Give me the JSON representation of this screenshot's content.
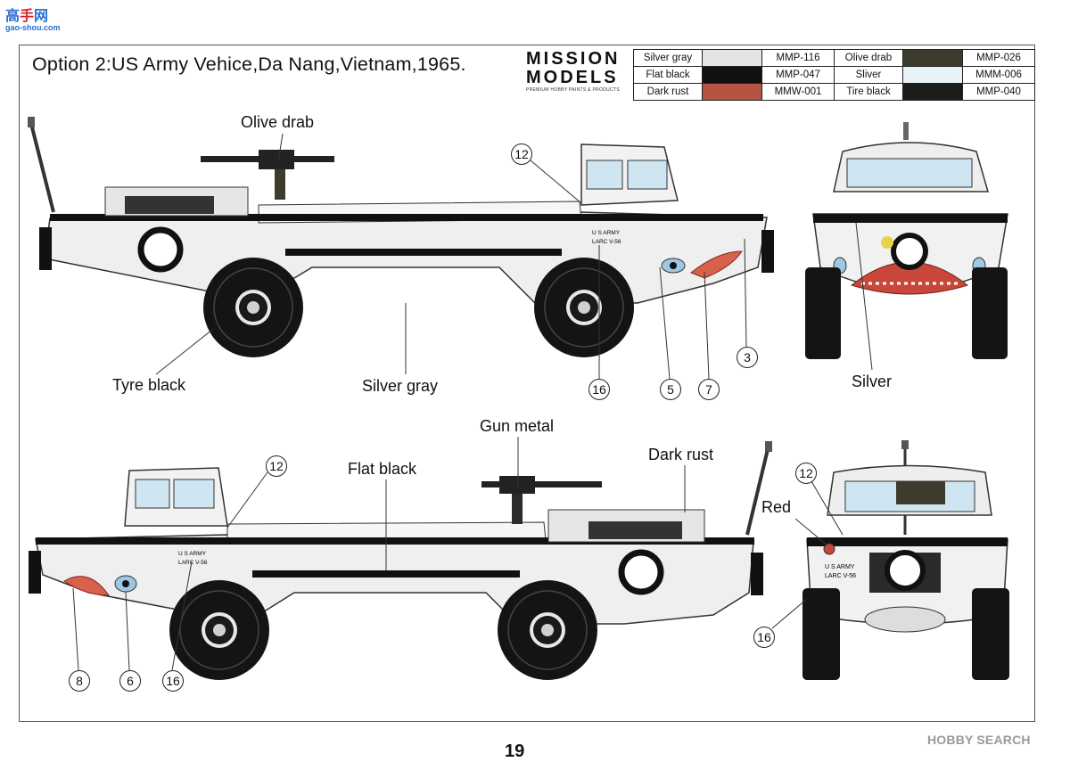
{
  "title": "Option 2:US Army Vehice,Da Nang,Vietnam,1965.",
  "brand": {
    "line1": "MISSION",
    "line2": "MODELS",
    "tagline": "PREMIUM HOBBY PAINTS & PRODUCTS"
  },
  "paints": [
    {
      "name": "Silver gray",
      "color": "#e4e4e4",
      "code": "MMP-116"
    },
    {
      "name": "Olive drab",
      "color": "#3d3b2c",
      "code": "MMP-026"
    },
    {
      "name": "Flat black",
      "color": "#111111",
      "code": "MMP-047"
    },
    {
      "name": "Sliver",
      "color": "#e8f3f8",
      "code": "MMM-006"
    },
    {
      "name": "Dark rust",
      "color": "#b55442",
      "code": "MMW-001"
    },
    {
      "name": "Tire black",
      "color": "#1c1c1c",
      "code": "MMP-040"
    }
  ],
  "labels": {
    "olive_drab": "Olive drab",
    "tyre_black": "Tyre black",
    "silver_gray": "Silver gray",
    "silver": "Silver",
    "gun_metal": "Gun metal",
    "flat_black": "Flat black",
    "dark_rust": "Dark rust",
    "red": "Red"
  },
  "markings": {
    "line1": "U S ARMY",
    "line2": "LARC V-56"
  },
  "callouts": {
    "c12": "12",
    "c3": "3",
    "c16": "16",
    "c5": "5",
    "c7": "7",
    "c8": "8",
    "c6": "6"
  },
  "page_number": "19",
  "watermark_top": {
    "cn1": "高",
    "cn2": "手",
    "cn3": "网",
    "url": "gao-shou.com"
  },
  "watermark_bottom": "HOBBY SEARCH"
}
